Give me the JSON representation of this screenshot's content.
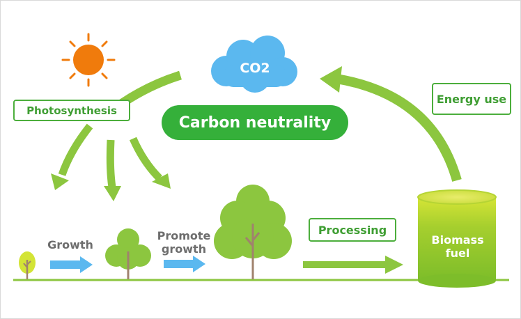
{
  "labels": {
    "co2": "CO2",
    "carbon_neutrality": "Carbon neutrality",
    "photosynthesis": "Photosynthesis",
    "energy_use": "Energy use",
    "growth": "Growth",
    "promote_growth_line1": "Promote",
    "promote_growth_line2": "growth",
    "processing": "Processing",
    "biomass_line1": "Biomass",
    "biomass_line2": "fuel"
  },
  "colors": {
    "green_arrow": "#8cc63f",
    "green_dark": "#35b03a",
    "box_border": "#4cae3c",
    "blue_arrow": "#5bb8ef",
    "cloud": "#5bb8ef",
    "sun": "#f07b0c",
    "tree": "#8cc63f",
    "trunk": "#a0826d"
  }
}
